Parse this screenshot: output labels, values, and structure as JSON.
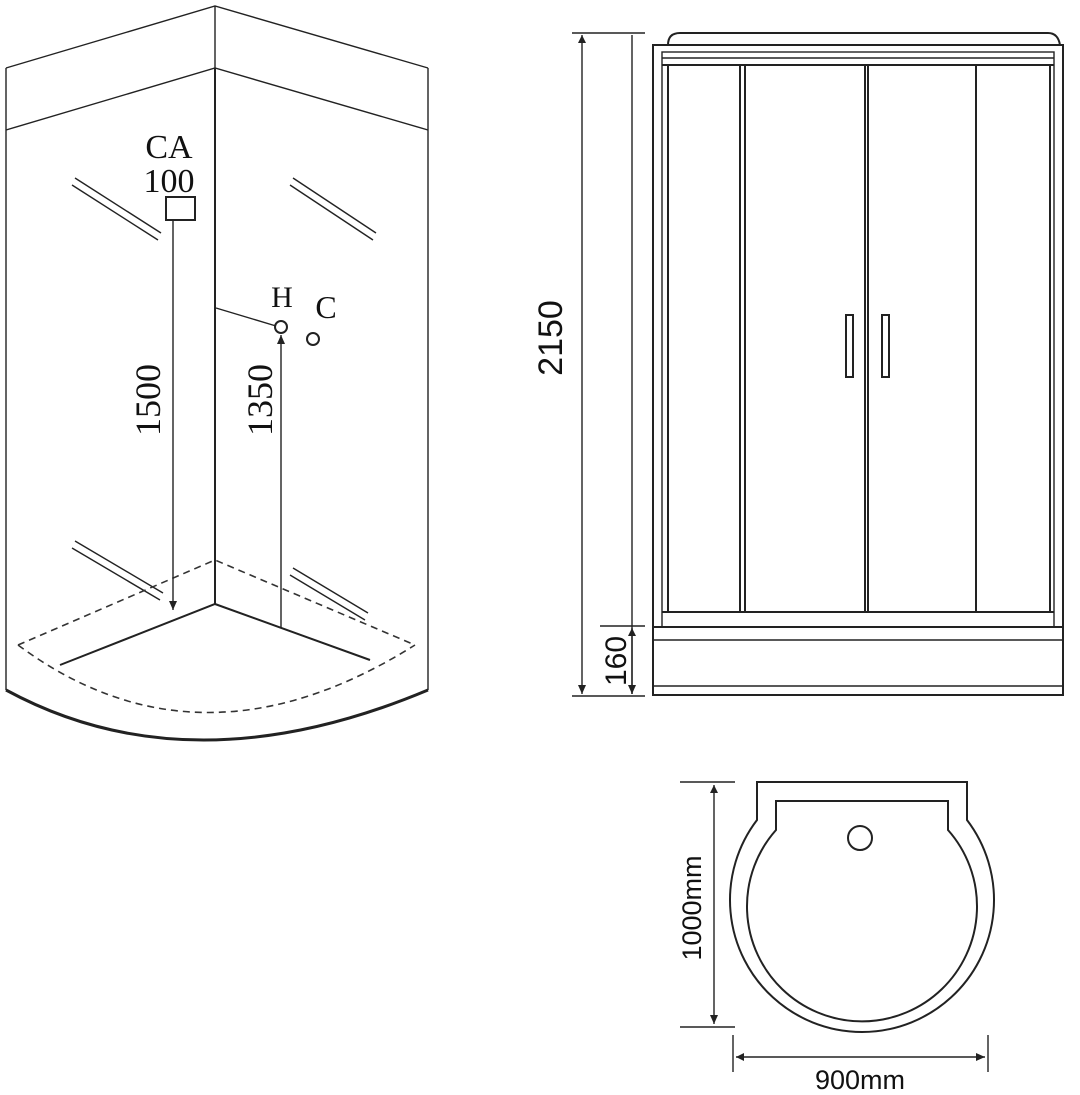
{
  "perspective_view": {
    "label_ca": "CA",
    "label_ca_size": "100",
    "label_hot": "H",
    "label_cold": "C",
    "dim_ca_height": "1500",
    "dim_mixer_height": "1350"
  },
  "front_view": {
    "dim_total_height": "2150",
    "dim_tray_height": "160"
  },
  "plan_view": {
    "dim_depth": "1000mm",
    "dim_width": "900mm"
  }
}
